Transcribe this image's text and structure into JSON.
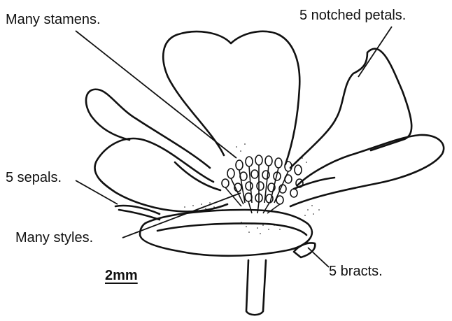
{
  "labels": {
    "stamens": "Many stamens.",
    "petals": "5 notched petals.",
    "sepals": "5 sepals.",
    "styles": "Many styles.",
    "bracts": "5 bracts.",
    "scale": "2mm"
  },
  "colors": {
    "ink": "#111111",
    "paper": "#ffffff"
  }
}
